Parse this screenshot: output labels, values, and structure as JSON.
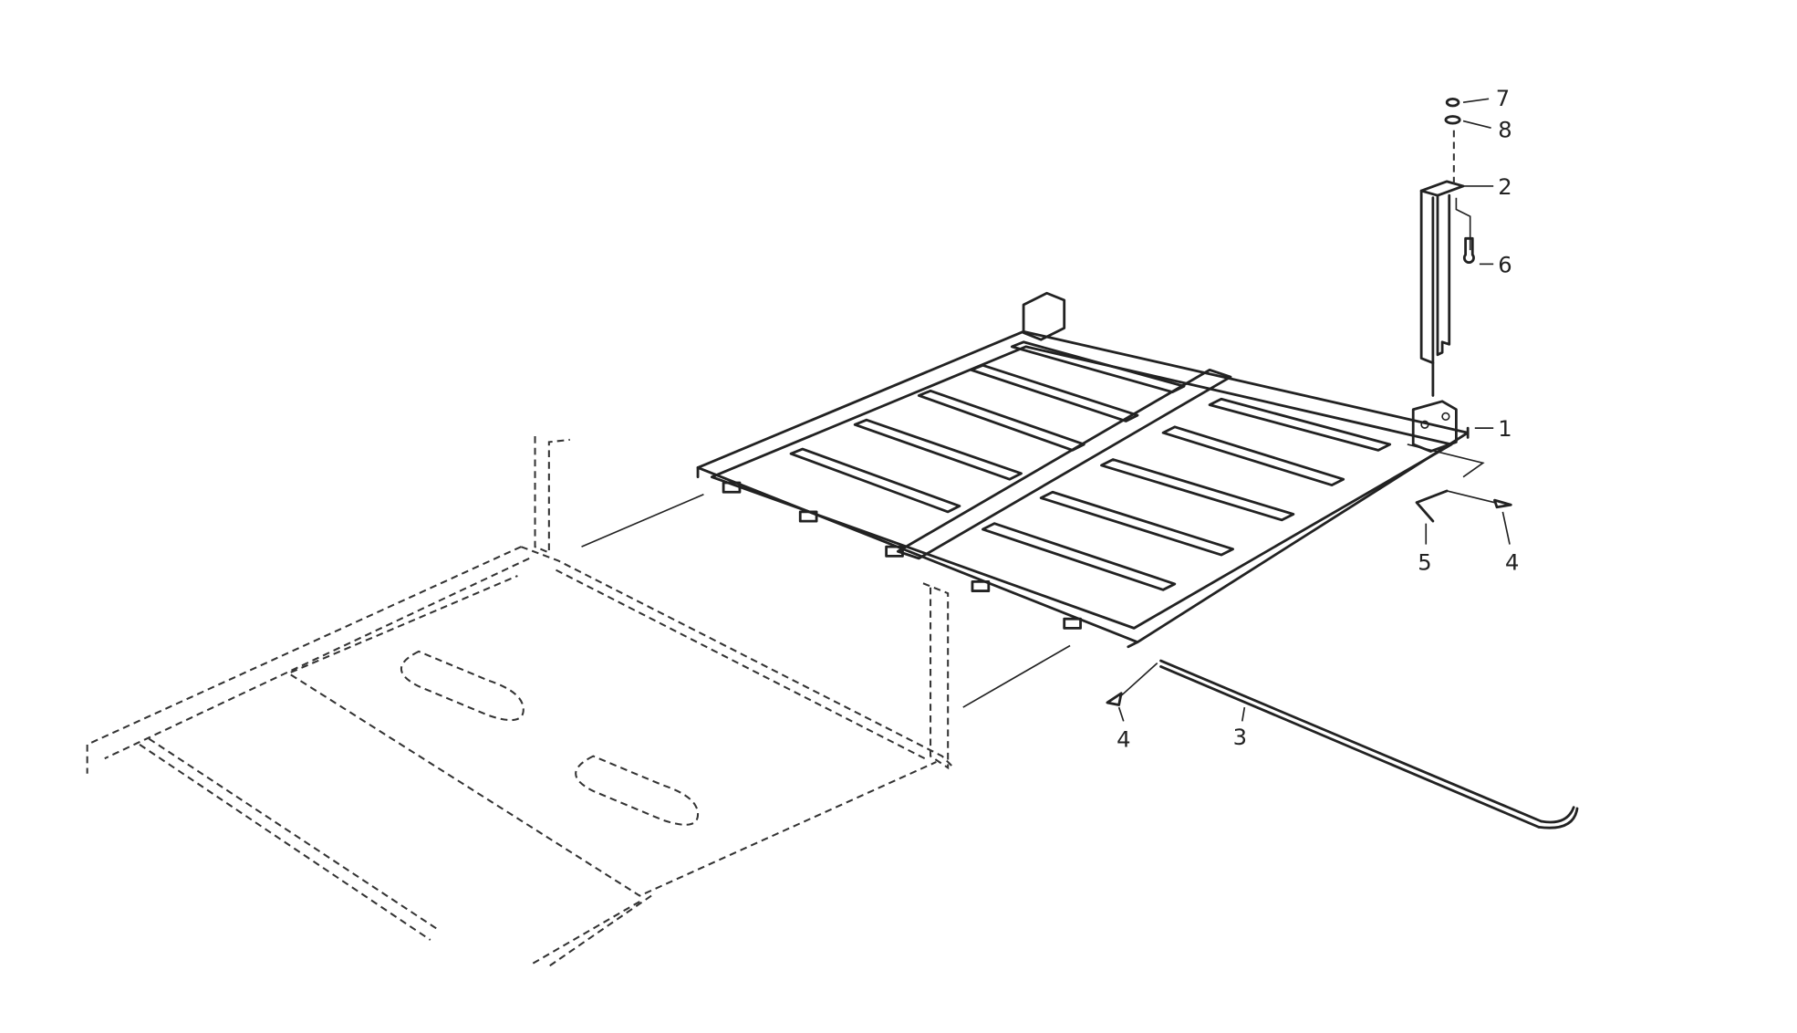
{
  "diagram": {
    "type": "exploded parts view",
    "callouts": [
      {
        "id": "callout-7",
        "text": "7"
      },
      {
        "id": "callout-8",
        "text": "8"
      },
      {
        "id": "callout-2",
        "text": "2"
      },
      {
        "id": "callout-6",
        "text": "6"
      },
      {
        "id": "callout-1",
        "text": "1"
      },
      {
        "id": "callout-5",
        "text": "5"
      },
      {
        "id": "callout-4a",
        "text": "4"
      },
      {
        "id": "callout-4b",
        "text": "4"
      },
      {
        "id": "callout-3",
        "text": "3"
      }
    ],
    "line_color": "#222222",
    "background": "#ffffff"
  }
}
